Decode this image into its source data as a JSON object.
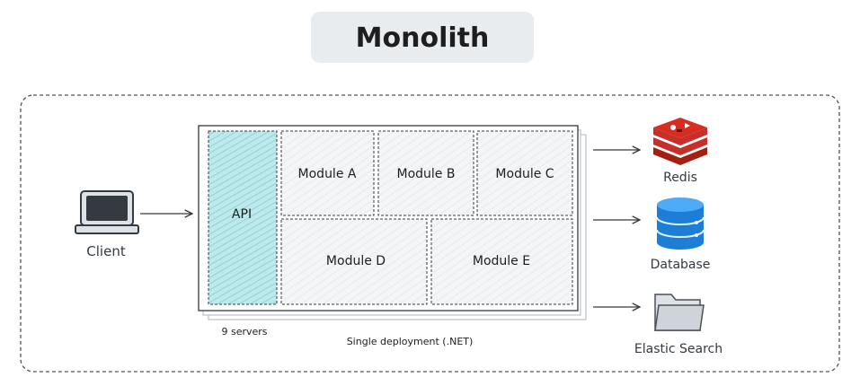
{
  "title": "Monolith",
  "client": {
    "label": "Client",
    "icon": "computer-icon"
  },
  "api": {
    "label": "API"
  },
  "modules": [
    {
      "label": "Module A"
    },
    {
      "label": "Module B"
    },
    {
      "label": "Module C"
    },
    {
      "label": "Module D"
    },
    {
      "label": "Module E"
    }
  ],
  "deployment": {
    "servers_label": "9 servers",
    "caption": "Single deployment (.NET)"
  },
  "services": [
    {
      "label": "Redis",
      "icon": "redis-icon"
    },
    {
      "label": "Database",
      "icon": "database-icon"
    },
    {
      "label": "Elastic Search",
      "icon": "folder-icon"
    }
  ],
  "colors": {
    "title_bg": "#e9ecef",
    "api_fill": "#a5dde2",
    "module_fill": "#f1f3f5",
    "redis": "#c7302a",
    "database": "#1c7ed6",
    "folder": "#dee2e6",
    "stroke": "#343a40"
  }
}
